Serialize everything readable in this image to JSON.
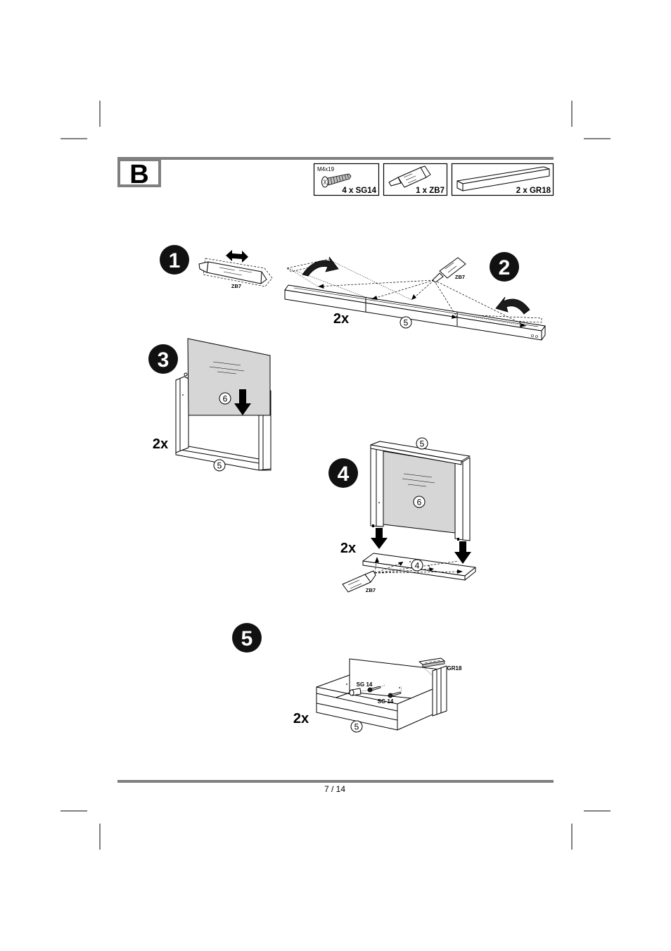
{
  "section": {
    "letter": "B"
  },
  "parts": [
    {
      "spec": "M4x19",
      "label": "4 x SG14",
      "icon": "screw-icon"
    },
    {
      "label": "1 x ZB7",
      "icon": "glue-tube-icon"
    },
    {
      "label": "2 x GR18",
      "icon": "rail-icon"
    }
  ],
  "steps": [
    {
      "number": "1",
      "glue": "ZB7"
    },
    {
      "number": "2",
      "glue": "ZB7",
      "quantity": "2x",
      "part": "5"
    },
    {
      "number": "3",
      "panel": "6",
      "quantity": "2x",
      "part": "5"
    },
    {
      "number": "4",
      "top": "5",
      "panel": "6",
      "quantity": "2x",
      "bottom": "4",
      "glue": "ZB7"
    },
    {
      "number": "5",
      "rail": "GR18",
      "screw_a": "SG 14",
      "screw_b": "SG 14",
      "quantity": "2x",
      "part": "5"
    }
  ],
  "footer": {
    "page": "7 / 14"
  },
  "colors": {
    "rule": "#7f7f7f",
    "badge": "#111111",
    "panel": "#d6d6d6"
  }
}
